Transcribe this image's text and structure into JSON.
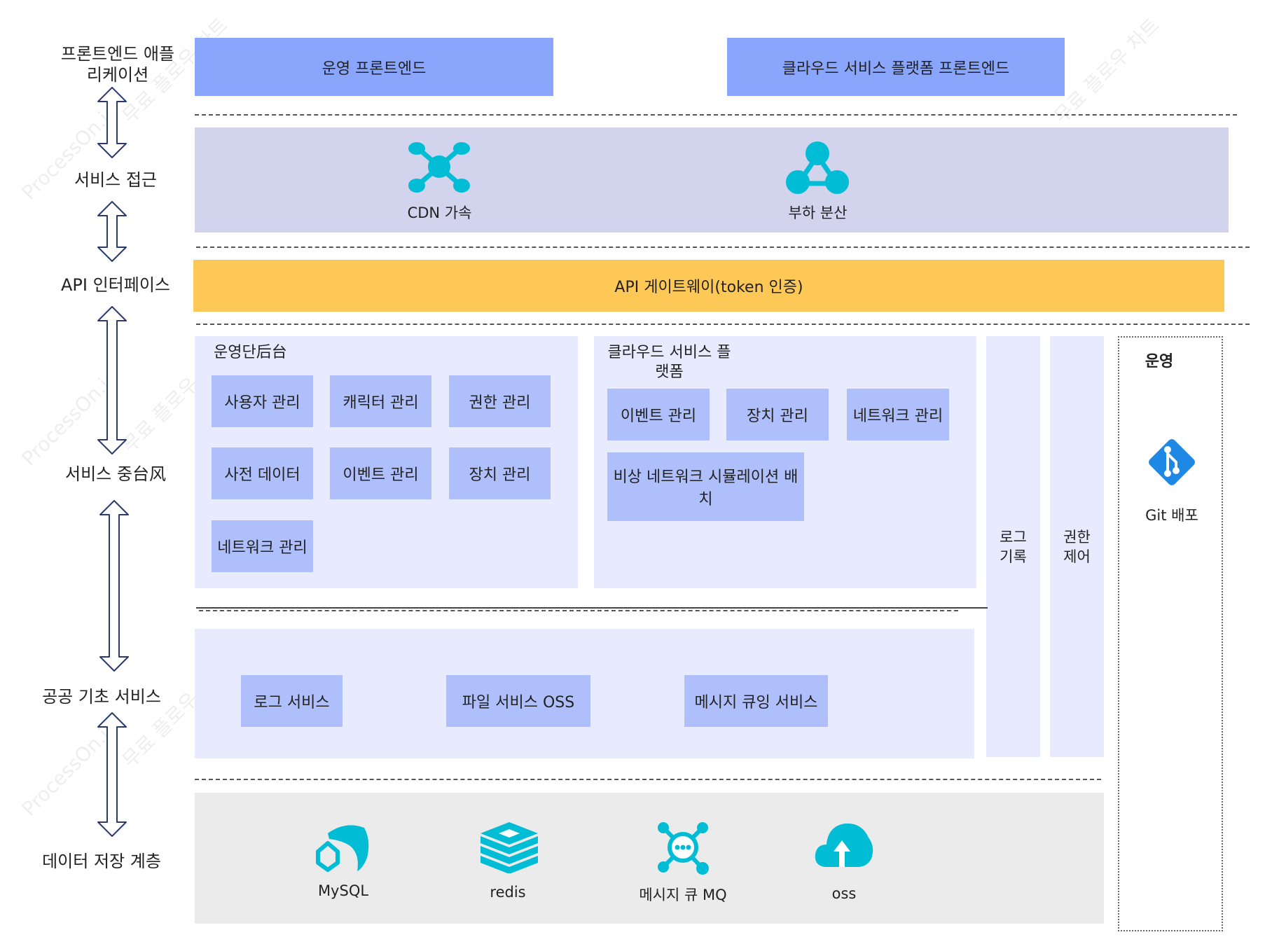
{
  "layers": {
    "frontend": "프론트엔드 애플리케이션",
    "access": "서비스 접근",
    "api": "API 인터페이스",
    "middle": "서비스 중台风",
    "common": "공공 기초 서비스",
    "storage": "데이터 저장 계층"
  },
  "frontend": {
    "ops": "운영 프론트엔드",
    "cloud": "클라우드 서비스 플랫폼 프론트엔드"
  },
  "access": {
    "cdn": "CDN 가속",
    "lb": "부하 분산"
  },
  "gateway": "API 게이트웨이(token 인증)",
  "ops_backend": {
    "title": "운영단后台",
    "items": [
      "사용자 관리",
      "캐릭터 관리",
      "권한 관리",
      "사전 데이터",
      "이벤트 관리",
      "장치 관리",
      "네트워크 관리"
    ]
  },
  "cloud_platform": {
    "title": "클라우드 서비스 플랫폼",
    "items": [
      "이벤트 관리",
      "장치 관리",
      "네트워크 관리",
      "비상 네트워크 시뮬레이션 배치"
    ]
  },
  "side": {
    "log": "로그 기록",
    "perm": "권한 제어",
    "ops_title": "운영",
    "git": "Git 배포"
  },
  "common": {
    "items": [
      "로그 서비스",
      "파일 서비스 OSS",
      "메시지 큐잉 서비스"
    ]
  },
  "storage": {
    "items": [
      "MySQL",
      "redis",
      "메시지 큐 MQ",
      "oss"
    ]
  },
  "watermark": [
    "ProcessOn.io",
    "무료 플로우 차트"
  ],
  "colors": {
    "frontend": "#8aa6fc",
    "module": "#aebffb",
    "panel": "#e7ebfd",
    "access": "#d2d3ec",
    "gateway": "#fec857",
    "storage": "#ebebeb",
    "icon_cyan": "#00bcd4",
    "git_blue": "#1e88e5"
  }
}
